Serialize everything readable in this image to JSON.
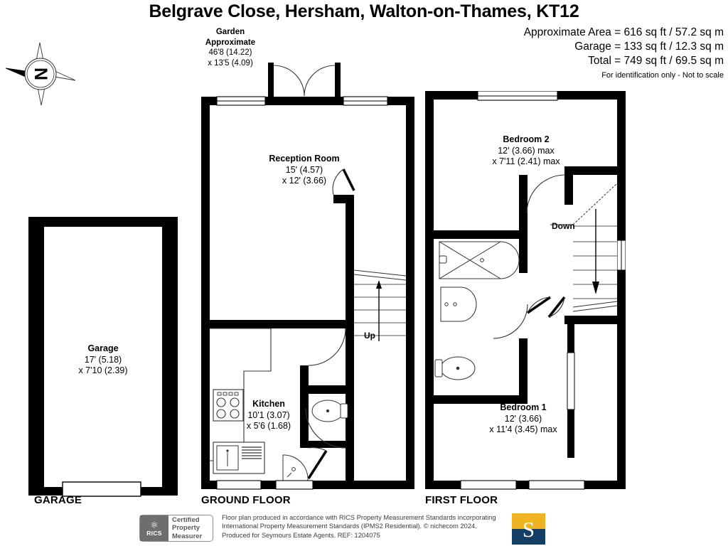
{
  "header": {
    "title": "Belgrave Close, Hersham, Walton-on-Thames, KT12",
    "approx_area": "Approximate Area = 616 sq ft / 57.2 sq m",
    "garage_area": "Garage = 133 sq ft / 12.3 sq m",
    "total_area": "Total = 749 sq ft / 69.5 sq m",
    "disclaimer": "For identification only - Not to scale"
  },
  "compass": {
    "letter": "N",
    "name": "north-arrow"
  },
  "garden": {
    "name": "Garden",
    "qualifier": "Approximate",
    "dim1": "46'8 (14.22)",
    "dim2": "x 13'5 (4.09)"
  },
  "floors": [
    {
      "caption": "GARAGE",
      "rooms": [
        {
          "name": "Garage",
          "dim1": "17' (5.18)",
          "dim2": "x 7'10 (2.39)"
        }
      ]
    },
    {
      "caption": "GROUND FLOOR",
      "rooms": [
        {
          "name": "Reception Room",
          "dim1": "15' (4.57)",
          "dim2": "x 12' (3.66)"
        },
        {
          "name": "Kitchen",
          "dim1": "10'1 (3.07)",
          "dim2": "x 5'6 (1.68)"
        }
      ],
      "stairs": {
        "label": "Up"
      }
    },
    {
      "caption": "FIRST FLOOR",
      "rooms": [
        {
          "name": "Bedroom 2",
          "dim1": "12' (3.66) max",
          "dim2": "x 7'11 (2.41) max"
        },
        {
          "name": "Bedroom 1",
          "dim1": "12' (3.66)",
          "dim2": "x 11'4 (3.45) max"
        }
      ],
      "stairs": {
        "label": "Down"
      }
    }
  ],
  "footer": {
    "rics_mark": "RICS",
    "certified_line1": "Certified",
    "certified_line2": "Property",
    "certified_line3": "Measurer",
    "text_line1": "Floor plan produced in accordance with RICS Property Measurement Standards incorporating",
    "text_line2": "International Property Measurement Standards (IPMS2 Residential).   © nichecom 2024.",
    "text_line3": "Produced for Seymours Estate Agents.   REF: 1204075",
    "agent_initial": "S"
  },
  "colors": {
    "wall": "#000000",
    "page": "#ffffff",
    "fixture_stroke": "#1a1a3a",
    "logo_top": "#f0b323",
    "logo_bottom": "#123f63",
    "rics_gray": "#6e6e6e"
  }
}
